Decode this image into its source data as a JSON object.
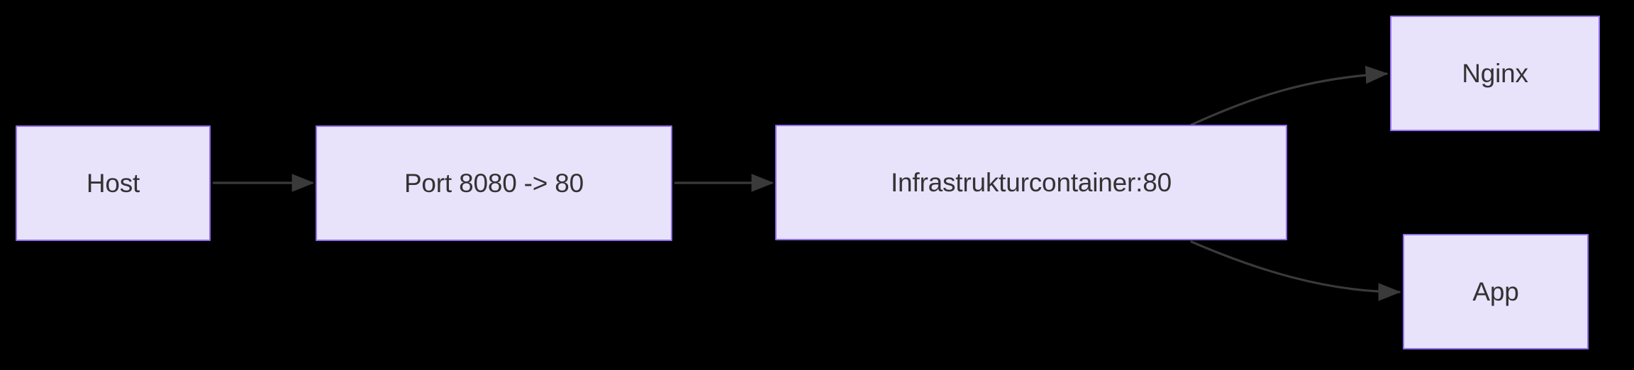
{
  "diagram": {
    "type": "flowchart",
    "direction": "left-to-right",
    "background_color": "#000000",
    "node_fill_color": "#e8e3fb",
    "node_border_color": "#9370f0",
    "node_text_color": "#333333",
    "edge_color": "#3a3a3a",
    "nodes": [
      {
        "id": "host",
        "label": "Host"
      },
      {
        "id": "portmap",
        "label": "Port 8080 -> 80"
      },
      {
        "id": "infra",
        "label": "Infrastrukturcontainer:80"
      },
      {
        "id": "nginx",
        "label": "Nginx"
      },
      {
        "id": "app",
        "label": "App"
      }
    ],
    "edges": [
      {
        "from": "host",
        "to": "portmap",
        "label": "",
        "style": "straight-arrow"
      },
      {
        "from": "portmap",
        "to": "infra",
        "label": "",
        "style": "straight-arrow"
      },
      {
        "from": "infra",
        "to": "nginx",
        "label": "",
        "style": "curved-arrow"
      },
      {
        "from": "infra",
        "to": "app",
        "label": "",
        "style": "curved-arrow"
      }
    ]
  }
}
